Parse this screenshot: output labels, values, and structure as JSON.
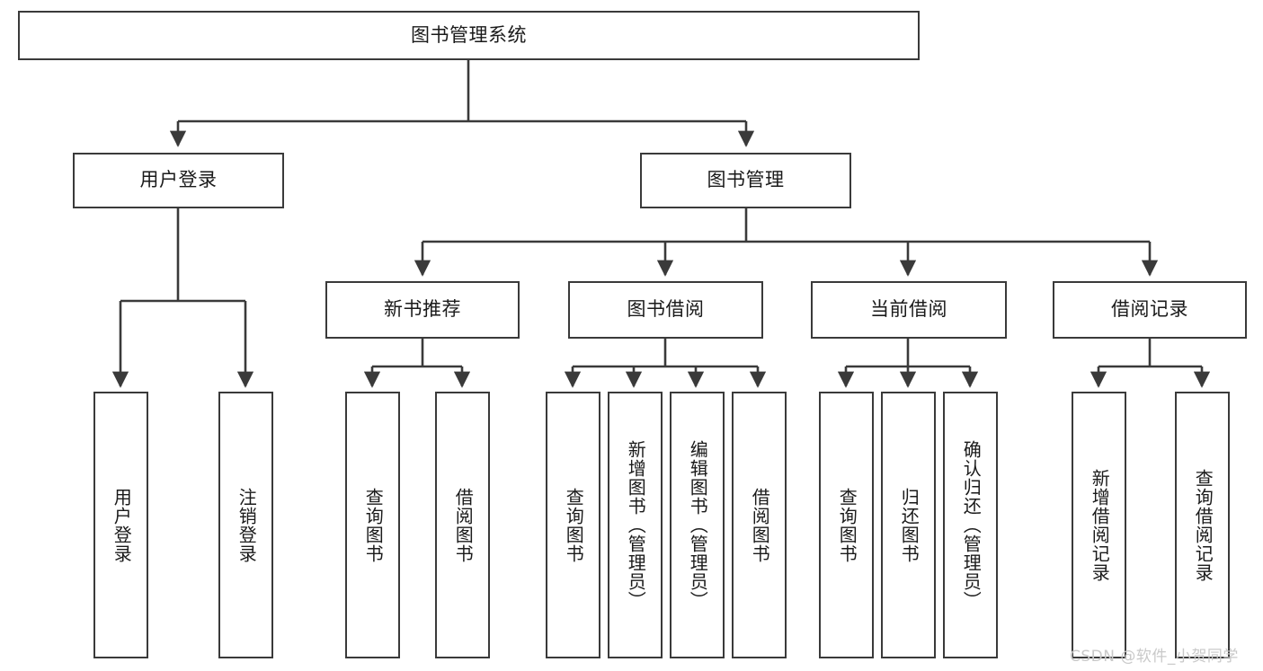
{
  "diagram": {
    "title": "图书管理系统",
    "watermark": "CSDN @软件_小贺同学",
    "line_color": "#3a3a3a",
    "box_fill": "#ffffff",
    "text_color": "#1a1a1a",
    "watermark_color": "#c9c9c9"
  },
  "nodes": {
    "root": {
      "label": "图书管理系统"
    },
    "level2": [
      {
        "label": "用户登录"
      },
      {
        "label": "图书管理"
      }
    ],
    "level3": [
      {
        "label": "新书推荐"
      },
      {
        "label": "图书借阅"
      },
      {
        "label": "当前借阅"
      },
      {
        "label": "借阅记录"
      }
    ],
    "leaves_user_login": [
      {
        "label": "用户登录"
      },
      {
        "label": "注销登录"
      }
    ],
    "leaves_new_book": [
      {
        "label": "查询图书"
      },
      {
        "label": "借阅图书"
      }
    ],
    "leaves_borrow": [
      {
        "label": "查询图书"
      },
      {
        "label": "新增图书（管理员）"
      },
      {
        "label": "编辑图书（管理员）"
      },
      {
        "label": "借阅图书"
      }
    ],
    "leaves_current": [
      {
        "label": "查询图书"
      },
      {
        "label": "归还图书"
      },
      {
        "label": "确认归还（管理员）"
      }
    ],
    "leaves_records": [
      {
        "label": "新增借阅记录"
      },
      {
        "label": "查询借阅记录"
      }
    ]
  }
}
